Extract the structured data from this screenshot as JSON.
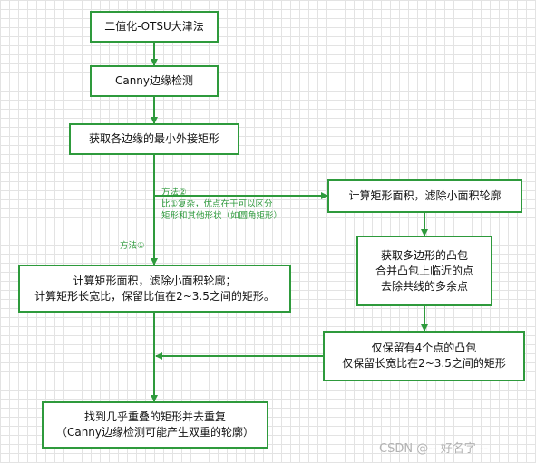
{
  "nodes": {
    "binarize": "二值化-OTSU大津法",
    "canny": "Canny边缘检测",
    "min_rect": "获取各边缘的最小外接矩形",
    "filter_area_right": "计算矩形面积，滤除小面积轮廓",
    "convex_hull": [
      "获取多边形的凸包",
      "合并凸包上临近的点",
      "去除共线的多余点"
    ],
    "keep_four": [
      "仅保留有4个点的凸包",
      "仅保留长宽比在2~3.5之间的矩形"
    ],
    "filter_left": [
      "计算矩形面积，滤除小面积轮廓；",
      "计算矩形长宽比，保留比值在2~3.5之间的矩形。"
    ],
    "dedupe": [
      "找到几乎重叠的矩形并去重复",
      "（Canny边缘检测可能产生双重的轮廓）"
    ]
  },
  "edge_labels": {
    "method2": [
      "方法②",
      "比①复杂，优点在于可以区分",
      "矩形和其他形状（如圆角矩形）"
    ],
    "method1": "方法①"
  },
  "watermark": "CSDN @-- 好名字 --",
  "colors": {
    "accent": "#2e9a3c",
    "grid": "#e3e3e3",
    "background": "#ffffff"
  }
}
